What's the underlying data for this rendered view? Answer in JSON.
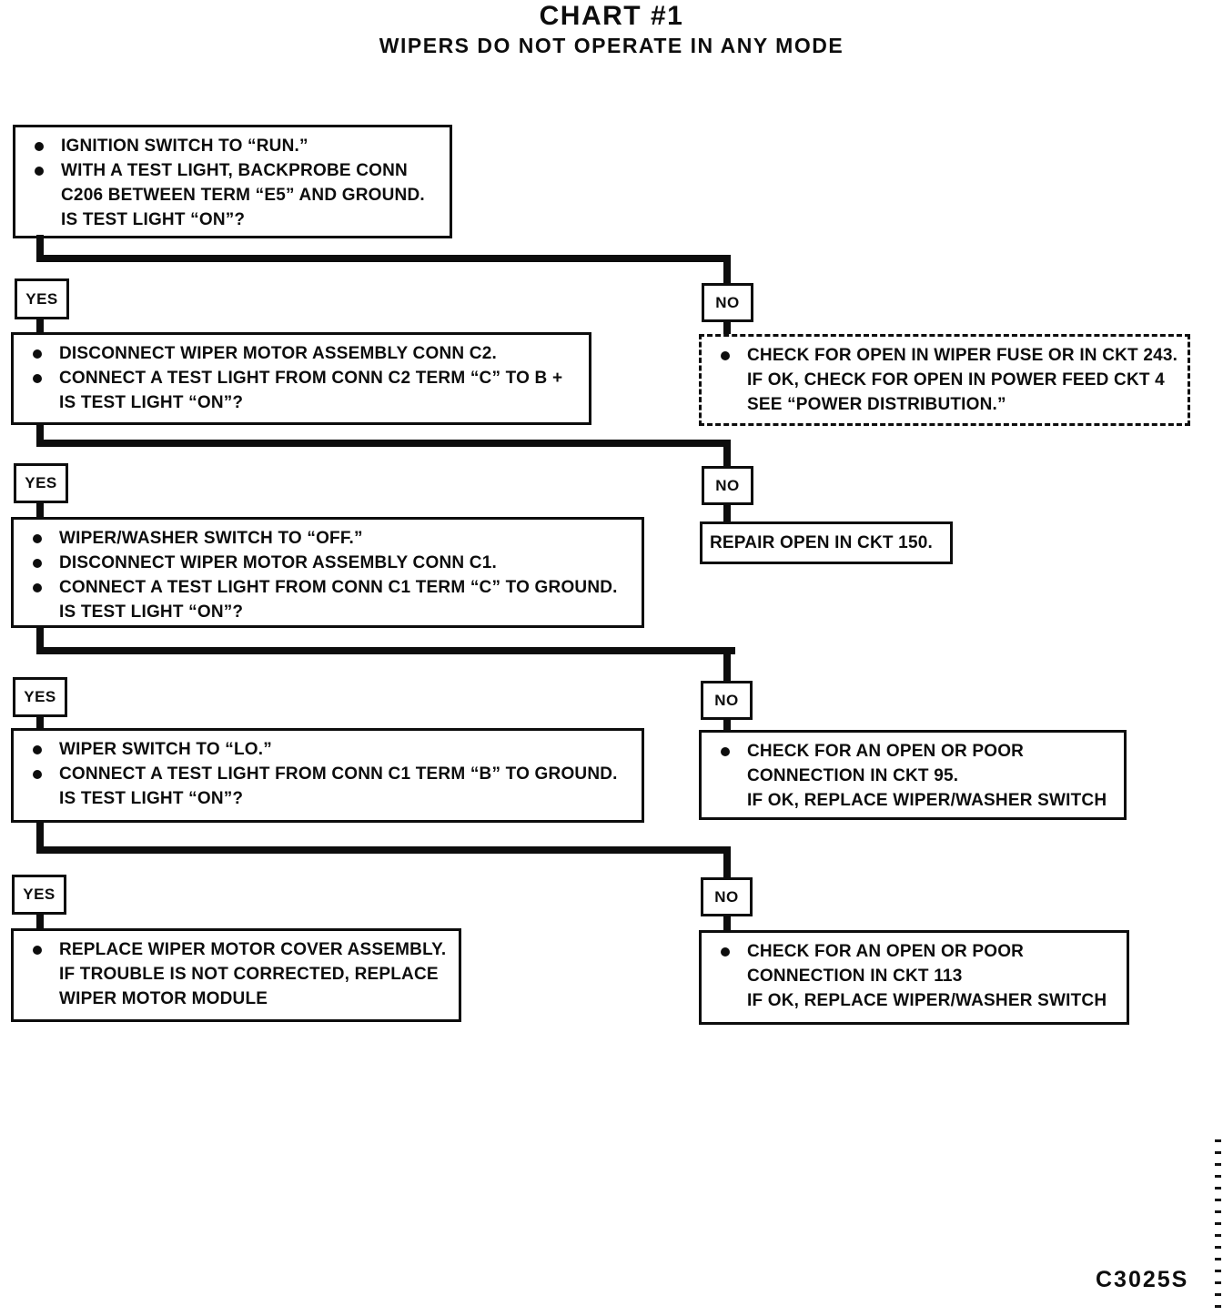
{
  "title": "CHART #1",
  "subtitle": "WIPERS DO NOT OPERATE IN ANY MODE",
  "code": "C3025S",
  "labels": {
    "yes": "YES",
    "no": "NO"
  },
  "boxes": {
    "q1": {
      "items": [
        "IGNITION SWITCH TO “RUN.”",
        "WITH A TEST LIGHT, BACKPROBE CONN\nC206 BETWEEN TERM “E5” AND GROUND.\nIS TEST LIGHT “ON”?"
      ]
    },
    "no1": {
      "items": [
        "CHECK FOR OPEN IN WIPER FUSE OR IN CKT 243.\nIF OK, CHECK FOR OPEN IN POWER FEED CKT 4\nSEE “POWER DISTRIBUTION.”"
      ]
    },
    "q2": {
      "items": [
        "DISCONNECT WIPER MOTOR ASSEMBLY CONN C2.",
        "CONNECT A TEST LIGHT FROM CONN C2 TERM “C” TO B +\nIS TEST LIGHT “ON”?"
      ]
    },
    "no2": {
      "text": "REPAIR OPEN IN CKT 150."
    },
    "q3": {
      "items": [
        "WIPER/WASHER SWITCH TO “OFF.”",
        "DISCONNECT WIPER MOTOR ASSEMBLY CONN C1.",
        "CONNECT A TEST LIGHT FROM CONN C1 TERM “C” TO GROUND.\nIS TEST LIGHT “ON”?"
      ]
    },
    "no3": {
      "items": [
        "CHECK FOR AN OPEN OR POOR\nCONNECTION IN CKT 95.\nIF OK, REPLACE WIPER/WASHER SWITCH"
      ]
    },
    "q4": {
      "items": [
        "WIPER SWITCH TO “LO.”",
        "CONNECT A TEST LIGHT FROM CONN C1 TERM “B” TO GROUND.\nIS TEST LIGHT “ON”?"
      ]
    },
    "yes4": {
      "items": [
        "REPLACE WIPER MOTOR COVER ASSEMBLY.\nIF TROUBLE IS NOT CORRECTED, REPLACE\nWIPER MOTOR MODULE"
      ]
    },
    "no4": {
      "items": [
        "CHECK FOR AN OPEN OR POOR\nCONNECTION IN CKT 113\nIF OK, REPLACE WIPER/WASHER SWITCH"
      ]
    }
  }
}
